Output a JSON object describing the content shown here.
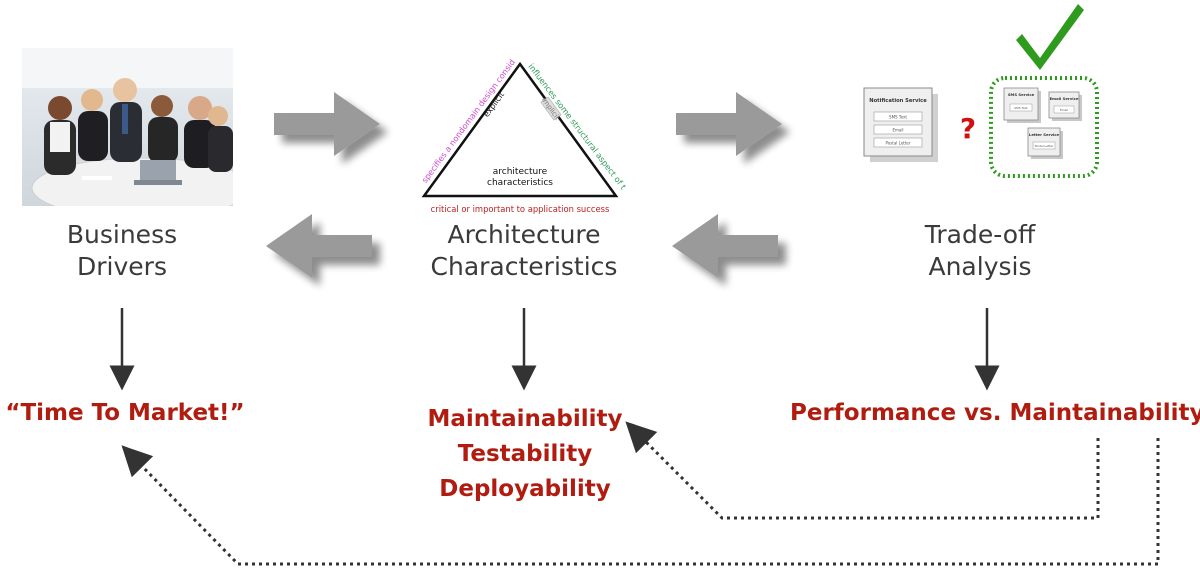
{
  "columns": {
    "business": {
      "line1": "Business",
      "line2": "Drivers"
    },
    "architecture": {
      "line1": "Architecture",
      "line2": "Characteristics"
    },
    "tradeoff": {
      "line1": "Trade-off",
      "line2": "Analysis"
    }
  },
  "outcomes": {
    "business": "“Time To Market!”",
    "architecture": [
      "Maintainability",
      "Testability",
      "Deployability"
    ],
    "tradeoff": "Performance vs. Maintainability"
  },
  "triangle": {
    "center_line1": "architecture",
    "center_line2": "characteristics",
    "inner_left": "explicit",
    "inner_right": "implicit",
    "left_edge": "specifies a nondomain design consideration",
    "right_edge": "influences some structural aspect of the design",
    "bottom_edge": "critical or important to application success"
  },
  "tradeoff_diagram": {
    "question_mark": "?",
    "notification_box": {
      "title": "Notification Service",
      "items": [
        "SMS Text",
        "Email",
        "Postal Letter"
      ]
    },
    "sms_box": {
      "title": "SMS Service",
      "item": "SMS Text"
    },
    "email_box": {
      "title": "Email Service",
      "item": "Email"
    },
    "letter_box": {
      "title": "Letter Service",
      "item": "Postal Letter"
    }
  },
  "colors": {
    "outcome_red": "#b01c10",
    "arrow_gray": "#9a9a9a",
    "check_green": "#2e9a1e",
    "left_edge_magenta": "#d04ad0",
    "right_edge_green": "#2e9a5a",
    "bottom_edge_red": "#c02020",
    "question_red": "#d01010"
  },
  "icons": [
    "business-meeting-photo",
    "right-arrow-icon",
    "left-arrow-icon",
    "down-arrow-icon",
    "checkmark-icon",
    "dotted-feedback-arrow"
  ]
}
